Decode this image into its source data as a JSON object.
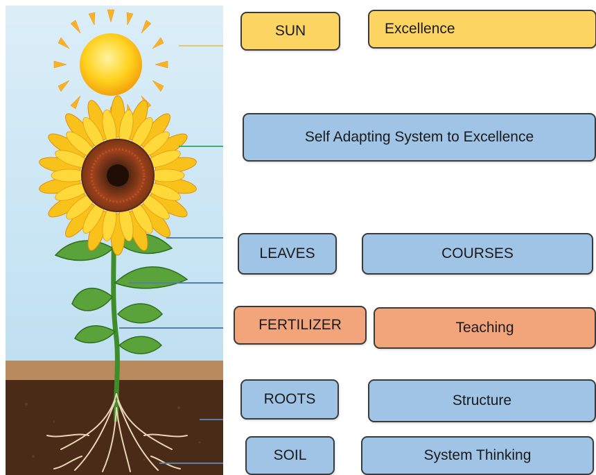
{
  "labels": {
    "sun": {
      "term": "SUN",
      "meaning": "Excellence"
    },
    "flower": {
      "meaning": "Self Adapting System to Excellence"
    },
    "leaves": {
      "term": "LEAVES",
      "meaning": "COURSES"
    },
    "fertilizer": {
      "term": "FERTILIZER",
      "meaning": "Teaching"
    },
    "roots": {
      "term": "ROOTS",
      "meaning": "Structure"
    },
    "soil": {
      "term": "SOIL",
      "meaning": "System Thinking"
    }
  },
  "colors": {
    "yellow": "#fcd461",
    "blue": "#9fc4e6",
    "orange": "#f2a57a",
    "sky": "#cfe7f5",
    "soil_dark": "#4a2b18",
    "soil_light": "#b98a5e"
  },
  "illustration": {
    "elements": [
      "sun",
      "sunflower",
      "stem",
      "leaves",
      "soil",
      "roots",
      "pointer-lines"
    ]
  }
}
